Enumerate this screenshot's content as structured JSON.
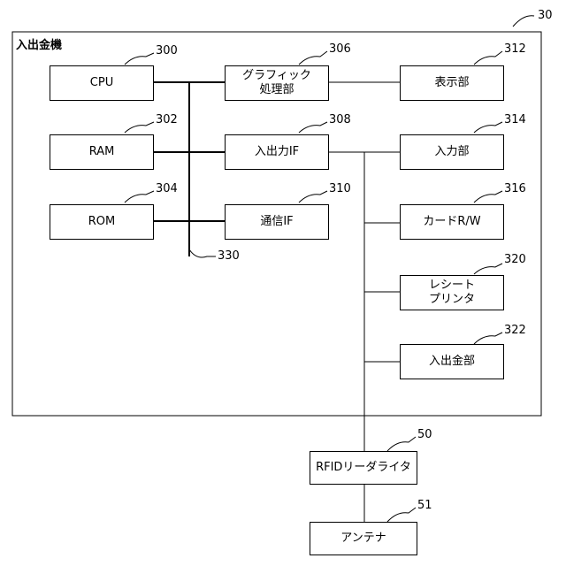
{
  "frame": {
    "title": "入出金機",
    "ref": "30"
  },
  "boxes": {
    "cpu": {
      "label": "CPU",
      "ref": "300"
    },
    "ram": {
      "label": "RAM",
      "ref": "302"
    },
    "rom": {
      "label": "ROM",
      "ref": "304"
    },
    "graphics": {
      "label": "グラフィック\n処理部",
      "ref": "306"
    },
    "io_if": {
      "label": "入出力IF",
      "ref": "308"
    },
    "comm_if": {
      "label": "通信IF",
      "ref": "310"
    },
    "display": {
      "label": "表示部",
      "ref": "312"
    },
    "input": {
      "label": "入力部",
      "ref": "314"
    },
    "card_rw": {
      "label": "カードR/W",
      "ref": "316"
    },
    "receipt_printer": {
      "label": "レシート\nプリンタ",
      "ref": "320"
    },
    "cash_unit": {
      "label": "入出金部",
      "ref": "322"
    },
    "rfid_rw": {
      "label": "RFIDリーダライタ",
      "ref": "50"
    },
    "antenna": {
      "label": "アンテナ",
      "ref": "51"
    }
  },
  "bus": {
    "ref": "330"
  }
}
